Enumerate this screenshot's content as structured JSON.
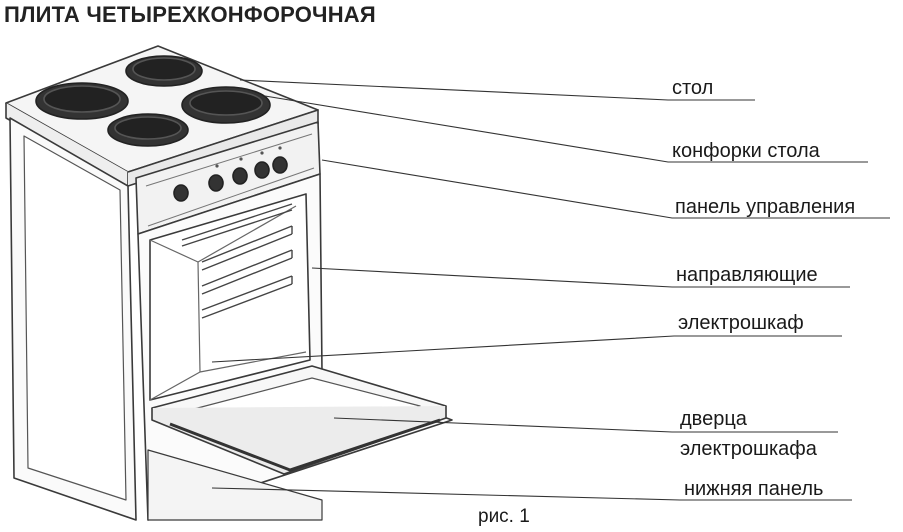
{
  "title": "ПЛИТА ЧЕТЫРЕХКОНФОРОЧНАЯ",
  "labels": {
    "stol": "стол",
    "konforki": "конфорки стола",
    "panel": "панель управления",
    "napravl": "направляющие",
    "shkaf": "электрошкаф",
    "dverca_1": "дверца",
    "dverca_2": "электрошкафа",
    "niz": "нижняя панель"
  },
  "caption": "рис. 1"
}
